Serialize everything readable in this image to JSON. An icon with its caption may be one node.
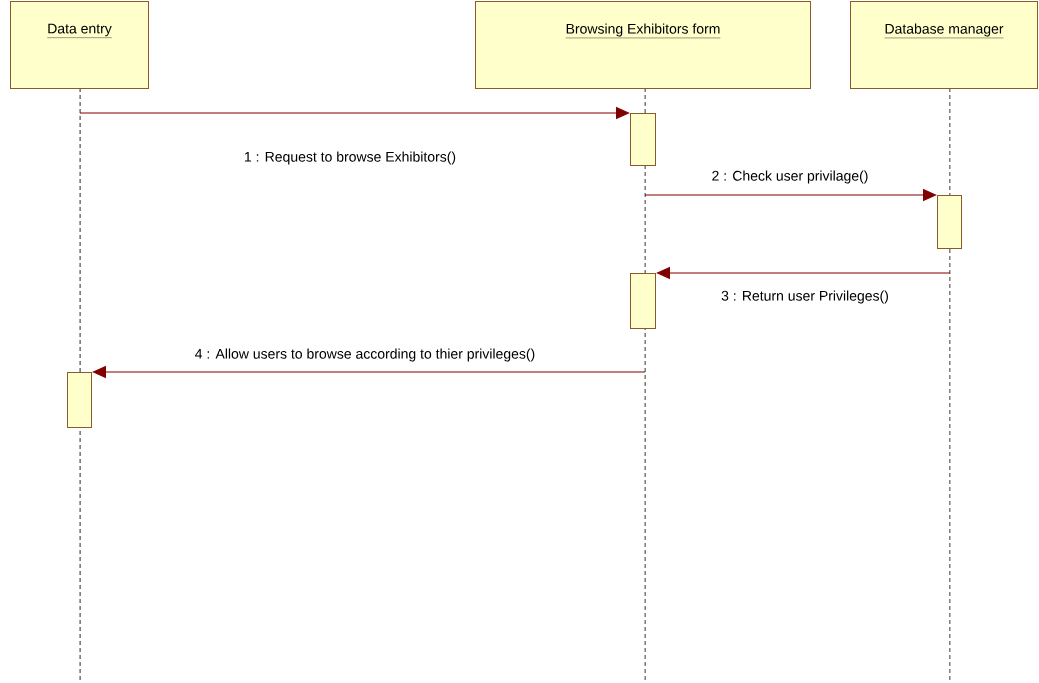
{
  "diagram": {
    "nodes": [
      {
        "text": [
          "Data entry"
        ]
      },
      {
        "text": [
          "Browsing Exhibitors form"
        ]
      },
      {
        "text": [
          "Database manager"
        ]
      },
      {
        "text": [],
        "shape": "bar"
      },
      {
        "text": [],
        "shape": "bar"
      },
      {
        "text": [],
        "shape": "bar"
      },
      {
        "text": [],
        "shape": "bar"
      }
    ],
    "edges": [
      {
        "from": null,
        "to": 3,
        "arrow": "to",
        "label": "1 : Request to browse Exhibitors()"
      },
      {
        "from": null,
        "to": 4,
        "arrow": "to",
        "label": "2 : Check user privilage()"
      },
      {
        "from": null,
        "to": 5,
        "arrow": "to",
        "label": "3 : Return user Privileges()"
      },
      {
        "from": null,
        "to": 6,
        "arrow": "to",
        "label": "4 : Allow users to browse according to thier privileges()"
      }
    ]
  }
}
